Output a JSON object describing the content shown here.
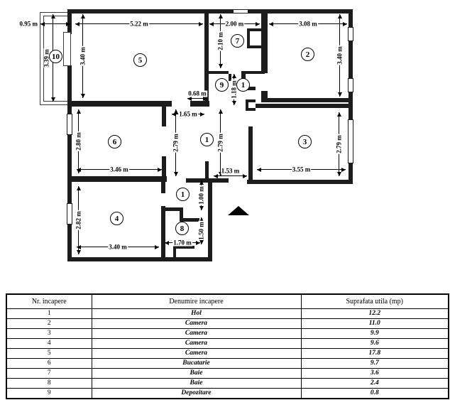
{
  "plan": {
    "circles": [
      "10",
      "5",
      "7",
      "2",
      "9",
      "1",
      "1",
      "6",
      "3",
      "1",
      "4",
      "8"
    ],
    "dims": [
      "0.95 m",
      "3.39 m",
      "5.22 m",
      "3.40 m",
      "2.00 m",
      "2.10 m",
      "3.08 m",
      "3.40 m",
      "1.18 m",
      "0.68 m",
      "1.65 m",
      "2.79 m",
      "2.79 m",
      "2.80 m",
      "3.46 m",
      "2.79 m",
      "3.55 m",
      "1.53 m",
      "2.82 m",
      "3.40 m",
      "1.00 m",
      "1.50 m",
      "1.70 m"
    ]
  },
  "table": {
    "headers": [
      "Nr. incapere",
      "Denumire incapere",
      "Suprafata utila (mp)"
    ],
    "rows": [
      [
        "1",
        "Hol",
        "12.2"
      ],
      [
        "2",
        "Camera",
        "11.0"
      ],
      [
        "3",
        "Camera",
        "9.9"
      ],
      [
        "4",
        "Camera",
        "9.6"
      ],
      [
        "5",
        "Camera",
        "17.8"
      ],
      [
        "6",
        "Bucatarie",
        "9.7"
      ],
      [
        "7",
        "Baie",
        "3.6"
      ],
      [
        "8",
        "Baie",
        "2.4"
      ],
      [
        "9",
        "Depozitare",
        "0.8"
      ]
    ]
  }
}
